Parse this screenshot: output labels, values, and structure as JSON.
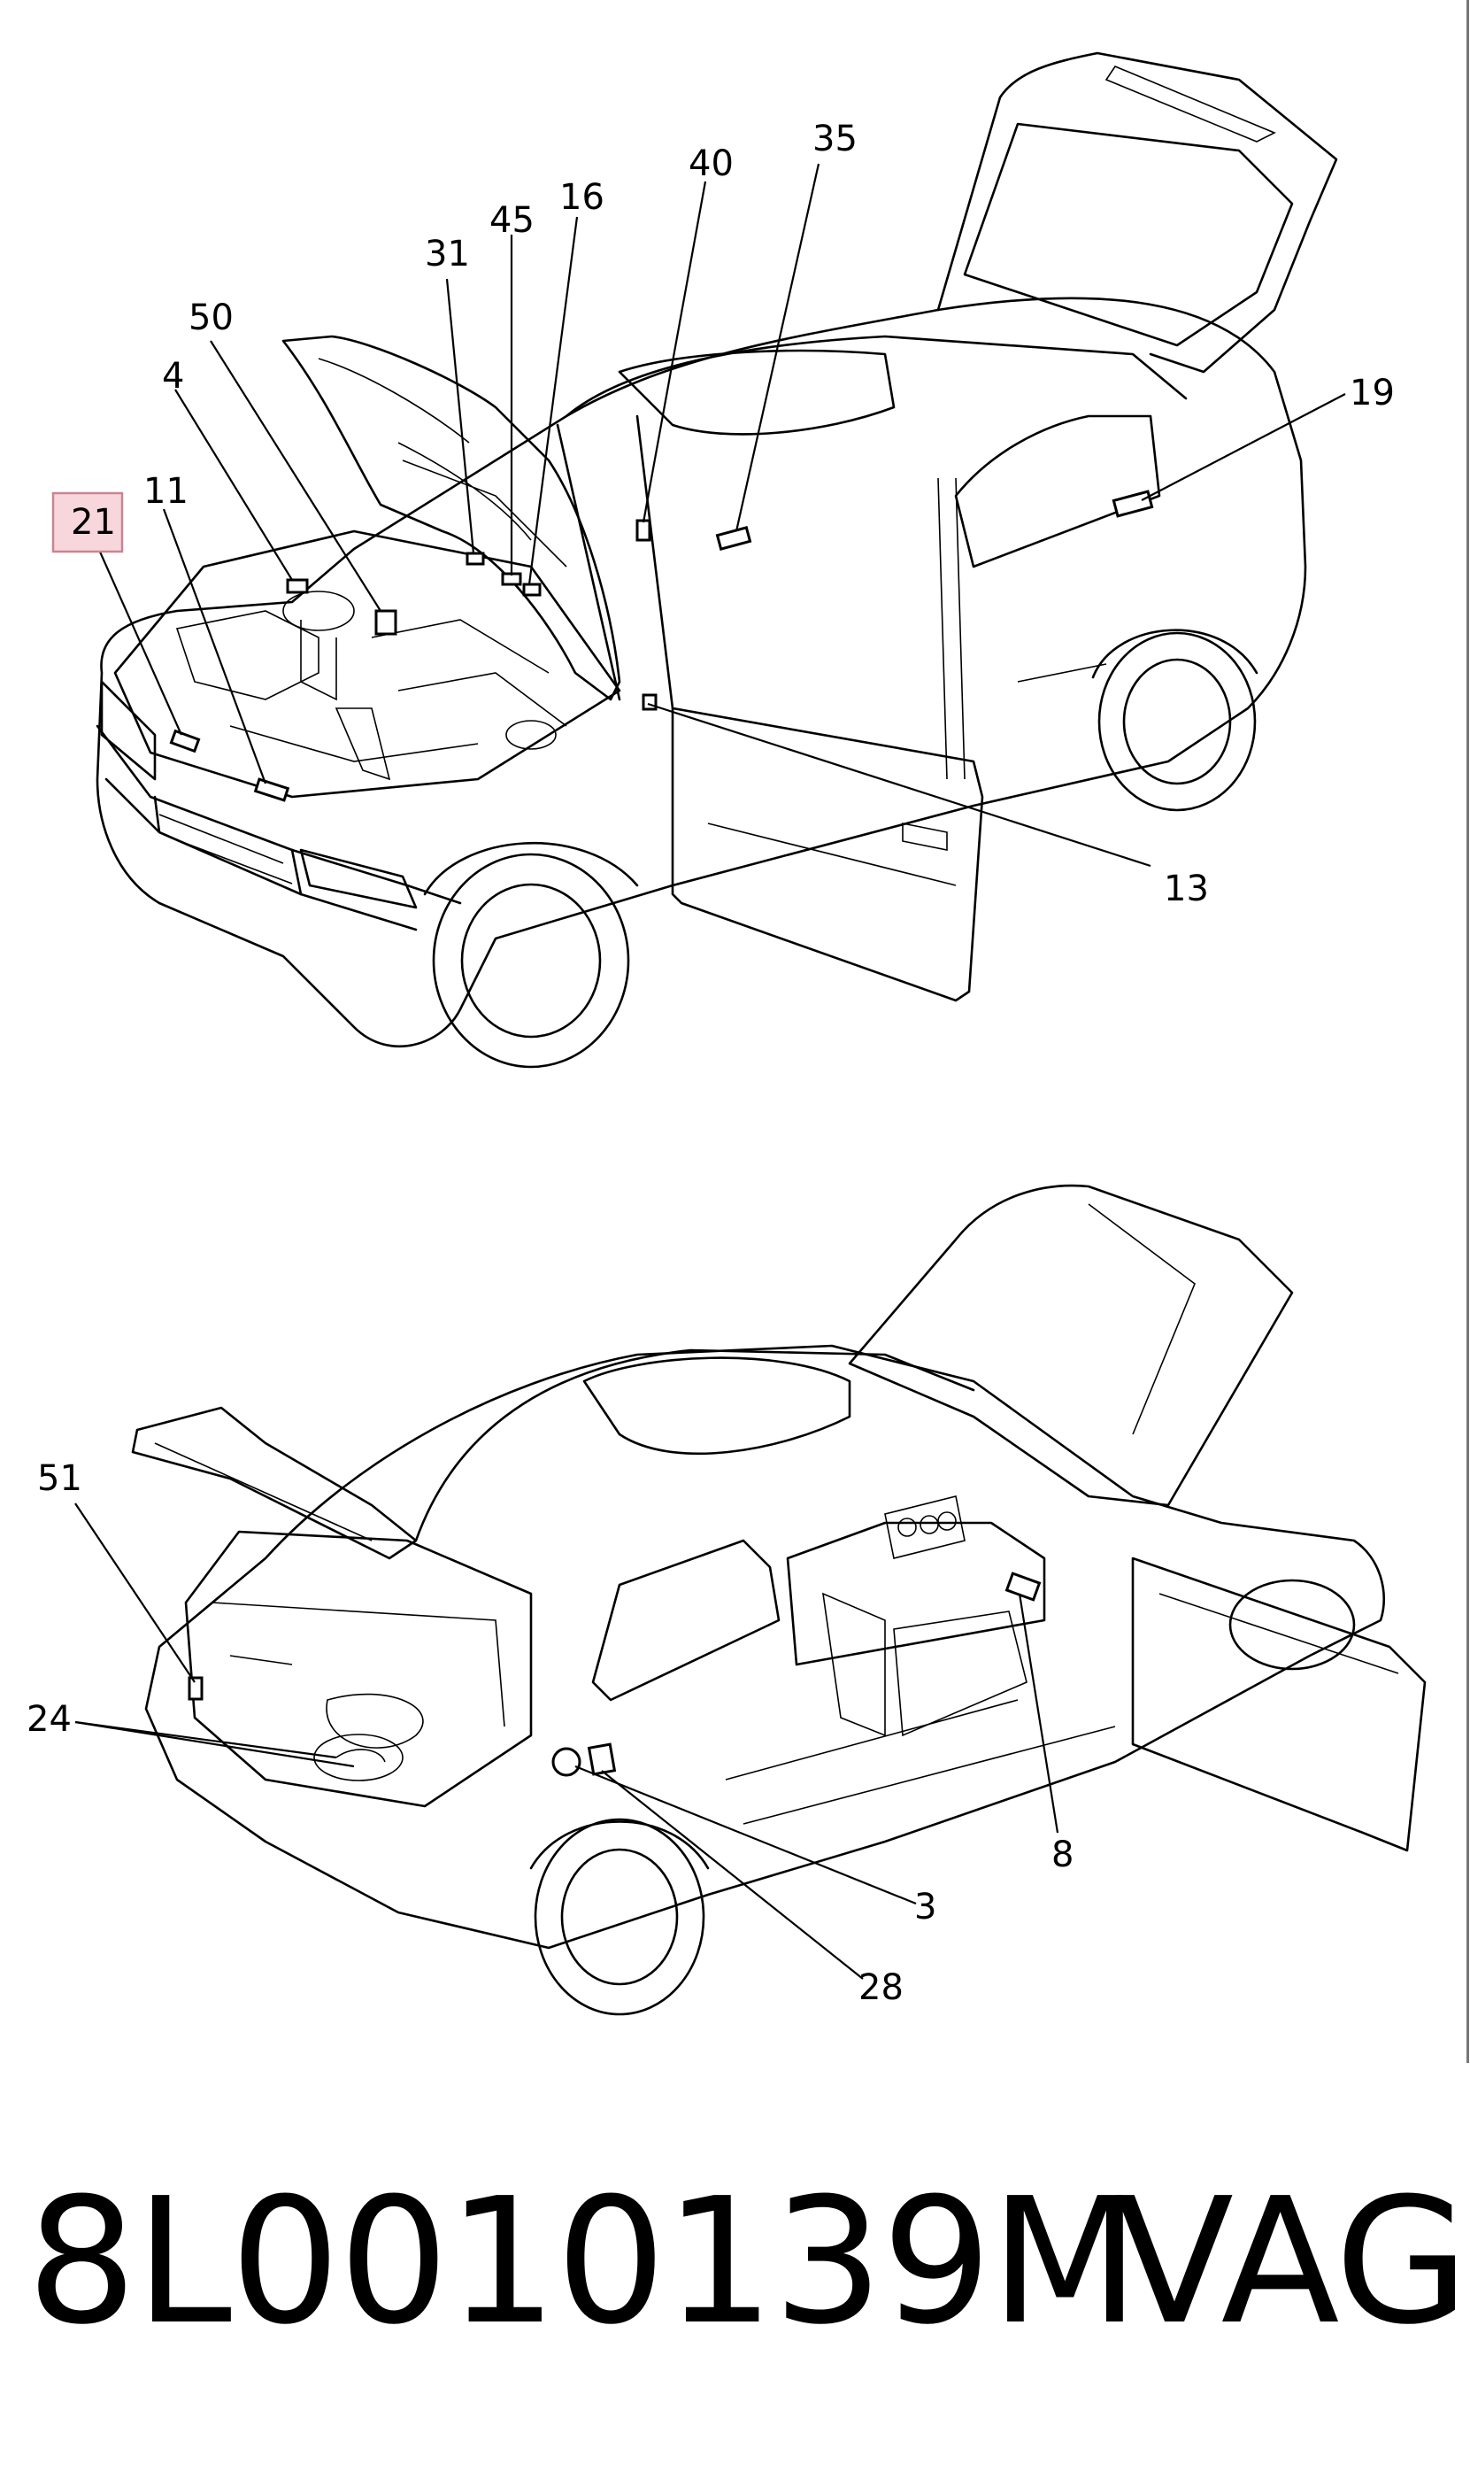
{
  "callouts_top": [
    "21",
    "11",
    "4",
    "50",
    "31",
    "45",
    "16",
    "40",
    "35",
    "19",
    "13"
  ],
  "callouts_bottom": [
    "51",
    "24",
    "3",
    "28",
    "8"
  ],
  "part_number": "8L0010139M",
  "brand": "VAG",
  "highlighted_callout": "21",
  "colors": {
    "line": "#000000",
    "highlight_fill": "#f7d6dc",
    "highlight_stroke": "#c98591",
    "background": "#ffffff"
  }
}
